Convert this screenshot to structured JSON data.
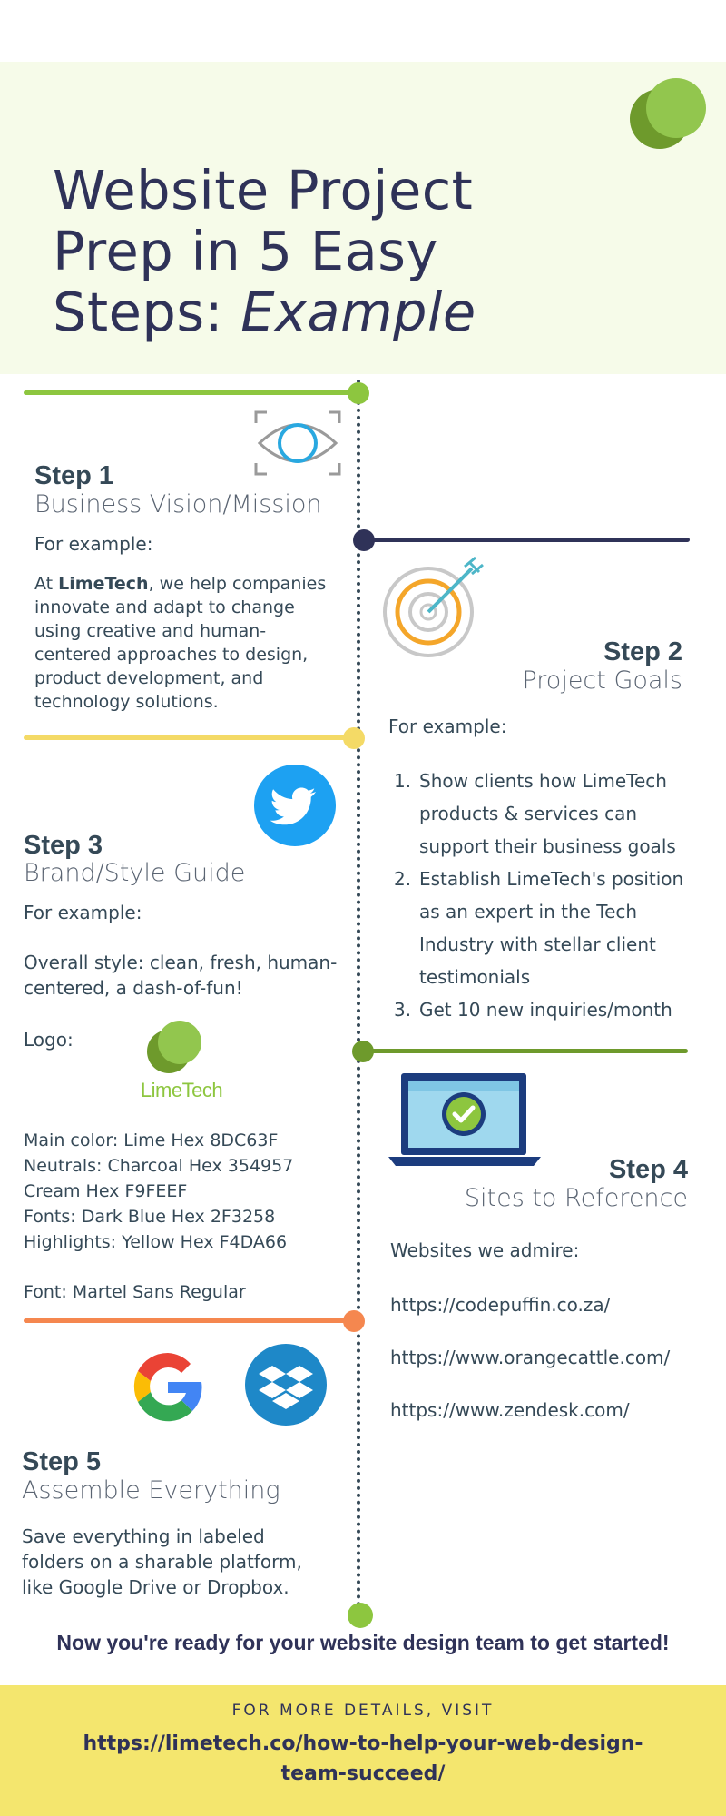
{
  "header": {
    "title_line1": "Website Project",
    "title_line2": "Prep in 5 Easy",
    "title_line3_a": "Steps: ",
    "title_line3_b": "Example"
  },
  "colors": {
    "lime": "#8DC63F",
    "charcoal": "#354957",
    "cream": "#F9FEEF",
    "dark_blue": "#2F3258",
    "yellow": "#F4DA66",
    "orange": "#F5874F"
  },
  "step1": {
    "title": "Step 1",
    "subtitle": "Business Vision/Mission",
    "for_example": "For example:",
    "text_prefix": "At ",
    "text_brand": "LimeTech",
    "text_rest": ", we help companies innovate and adapt to change using creative and human-centered approaches to design, product development, and technology solutions.",
    "icon": "eye-icon"
  },
  "step2": {
    "title": "Step 2",
    "subtitle": "Project Goals",
    "for_example": "For example:",
    "icon": "target-icon",
    "goals": [
      {
        "num": "1.",
        "text": "Show clients how LimeTech products & services can support their business goals"
      },
      {
        "num": "2.",
        "text": "Establish LimeTech's position as an expert in the Tech Industry with stellar client testimonials"
      },
      {
        "num": "3.",
        "text": "Get 10 new inquiries/month"
      }
    ]
  },
  "step3": {
    "title": "Step 3",
    "subtitle": "Brand/Style Guide",
    "for_example": "For example:",
    "style": "Overall style: clean, fresh, human-centered, a dash-of-fun!",
    "logo_label": "Logo:",
    "logo_text": "LimeTech",
    "colors": [
      "Main color: Lime Hex 8DC63F",
      "Neutrals: Charcoal Hex 354957",
      "Cream Hex F9FEEF",
      "Fonts: Dark Blue Hex 2F3258",
      "Highlights: Yellow Hex F4DA66"
    ],
    "font": "Font: Martel Sans Regular",
    "icon": "twitter-icon"
  },
  "step4": {
    "title": "Step 4",
    "subtitle": "Sites to Reference",
    "intro": "Websites we admire:",
    "sites": [
      "https://codepuffin.co.za/",
      "https://www.orangecattle.com/",
      "https://www.zendesk.com/"
    ],
    "icon": "laptop-check-icon"
  },
  "step5": {
    "title": "Step 5",
    "subtitle": "Assemble Everything",
    "text": "Save everything in labeled folders on a sharable platform, like Google Drive or Dropbox.",
    "icons": [
      "google-icon",
      "dropbox-icon"
    ]
  },
  "closing": "Now you're ready for your website design team to get started!",
  "footer": {
    "label": "FOR MORE DETAILS, VISIT",
    "url": "https://limetech.co/how-to-help-your-web-design-team-succeed/"
  }
}
